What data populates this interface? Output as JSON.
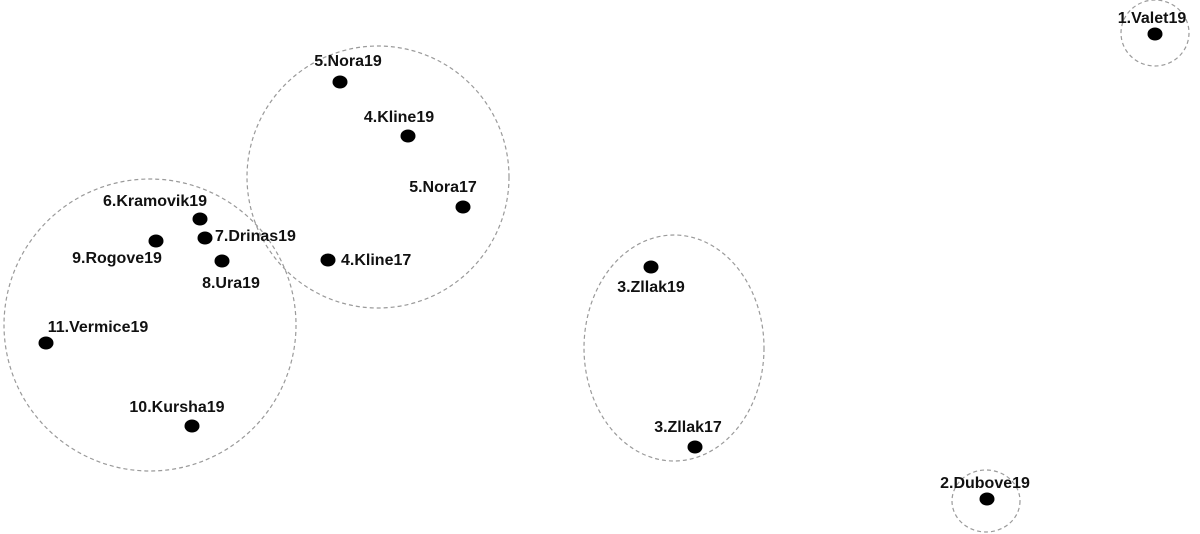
{
  "chart_data": {
    "type": "scatter",
    "title": "",
    "xlabel": "",
    "ylabel": "",
    "grid": false,
    "legend": "none",
    "point_color": "#000000",
    "cluster_outline_color": "#9a9a9a",
    "points": [
      {
        "label": "1.Valet19"
      },
      {
        "label": "2.Dubove19"
      },
      {
        "label": "3.Zllak19"
      },
      {
        "label": "3.Zllak17"
      },
      {
        "label": "4.Kline19"
      },
      {
        "label": "4.Kline17"
      },
      {
        "label": "5.Nora19"
      },
      {
        "label": "5.Nora17"
      },
      {
        "label": "6.Kramovik19"
      },
      {
        "label": "7.Drinas19"
      },
      {
        "label": "8.Ura19"
      },
      {
        "label": "9.Rogove19"
      },
      {
        "label": "10.Kursha19"
      },
      {
        "label": "11.Vermice19"
      }
    ],
    "clusters": [
      {
        "members": [
          "1.Valet19"
        ]
      },
      {
        "members": [
          "2.Dubove19"
        ]
      },
      {
        "members": [
          "3.Zllak19",
          "3.Zllak17"
        ]
      },
      {
        "members": [
          "5.Nora19",
          "4.Kline19",
          "5.Nora17",
          "4.Kline17"
        ]
      },
      {
        "members": [
          "6.Kramovik19",
          "7.Drinas19",
          "8.Ura19",
          "9.Rogove19",
          "10.Kursha19",
          "11.Vermice19"
        ]
      }
    ]
  }
}
